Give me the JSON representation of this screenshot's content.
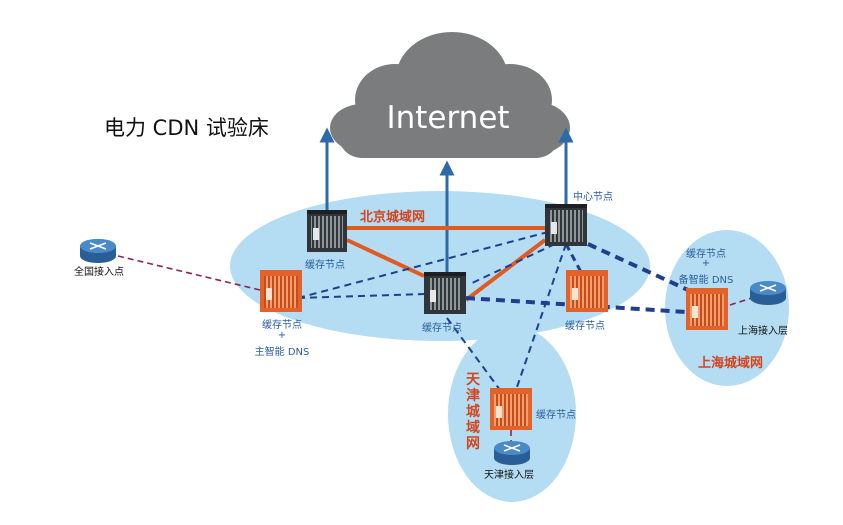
{
  "title": "电力 CDN 试验床",
  "internet_label": "Internet",
  "regions": {
    "beijing": "北京城域网",
    "tianjin": "天津城域网",
    "shanghai": "上海城域网"
  },
  "labels": {
    "cache_bj_top": "缓存节点",
    "center_node": "中心节点",
    "cache_bj_mid": "缓存节点",
    "cache_bj_right": "缓存节点",
    "cache_bj_left": "缓存节点",
    "plus_left": "+",
    "main_dns": "主智能 DNS",
    "cache_sh": "缓存节点",
    "plus_sh": "+",
    "backup_dns": "备智能 DNS",
    "cache_tj": "缓存节点",
    "national_access": "全国接入点",
    "shanghai_access": "上海接入层",
    "tianjin_access": "天津接入层"
  },
  "colors": {
    "cloud": "#7b7c7e",
    "region_fill": "#b4dcf2",
    "orange_link": "#e05a22",
    "dashed_blue": "#1e3f8f",
    "dashed_purple": "#8a2557",
    "arrow_blue": "#2e6aa8",
    "server_dark": "#2f3538",
    "server_orange": "#e2622a",
    "router": "#3a78b8"
  }
}
